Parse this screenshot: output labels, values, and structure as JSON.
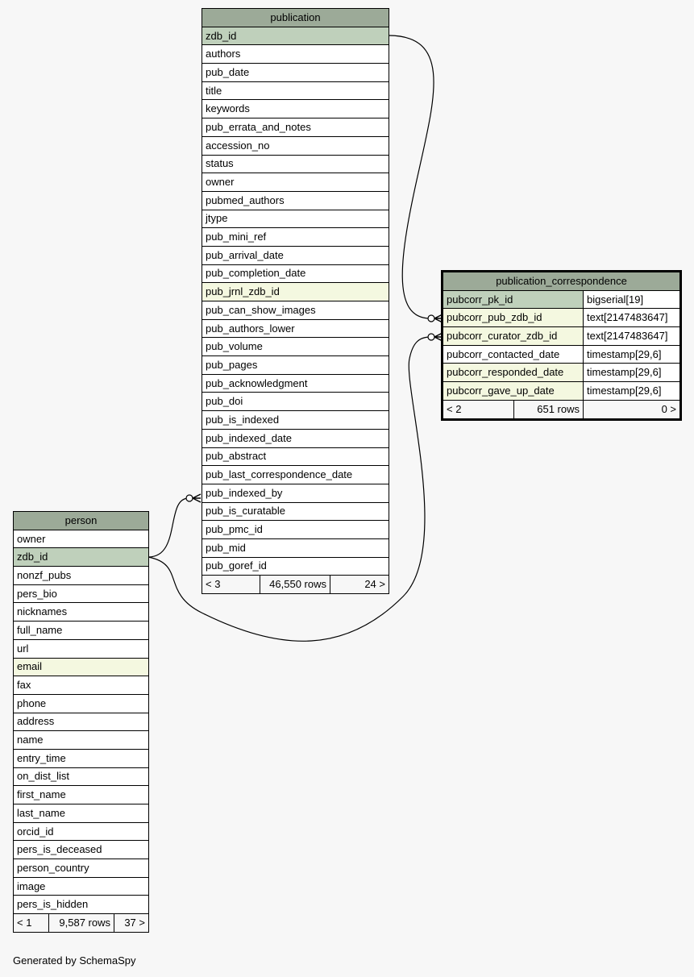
{
  "tables": {
    "publication": {
      "name": "publication",
      "columns": [
        {
          "name": "zdb_id",
          "kind": "pk"
        },
        {
          "name": "authors",
          "kind": ""
        },
        {
          "name": "pub_date",
          "kind": ""
        },
        {
          "name": "title",
          "kind": ""
        },
        {
          "name": "keywords",
          "kind": ""
        },
        {
          "name": "pub_errata_and_notes",
          "kind": ""
        },
        {
          "name": "accession_no",
          "kind": ""
        },
        {
          "name": "status",
          "kind": ""
        },
        {
          "name": "owner",
          "kind": ""
        },
        {
          "name": "pubmed_authors",
          "kind": ""
        },
        {
          "name": "jtype",
          "kind": ""
        },
        {
          "name": "pub_mini_ref",
          "kind": ""
        },
        {
          "name": "pub_arrival_date",
          "kind": ""
        },
        {
          "name": "pub_completion_date",
          "kind": ""
        },
        {
          "name": "pub_jrnl_zdb_id",
          "kind": "fk"
        },
        {
          "name": "pub_can_show_images",
          "kind": ""
        },
        {
          "name": "pub_authors_lower",
          "kind": ""
        },
        {
          "name": "pub_volume",
          "kind": ""
        },
        {
          "name": "pub_pages",
          "kind": ""
        },
        {
          "name": "pub_acknowledgment",
          "kind": ""
        },
        {
          "name": "pub_doi",
          "kind": ""
        },
        {
          "name": "pub_is_indexed",
          "kind": ""
        },
        {
          "name": "pub_indexed_date",
          "kind": ""
        },
        {
          "name": "pub_abstract",
          "kind": ""
        },
        {
          "name": "pub_last_correspondence_date",
          "kind": ""
        },
        {
          "name": "pub_indexed_by",
          "kind": ""
        },
        {
          "name": "pub_is_curatable",
          "kind": ""
        },
        {
          "name": "pub_pmc_id",
          "kind": ""
        },
        {
          "name": "pub_mid",
          "kind": ""
        },
        {
          "name": "pub_goref_id",
          "kind": ""
        }
      ],
      "footer": {
        "parents": "< 3",
        "rows": "46,550 rows",
        "children": "24 >"
      }
    },
    "publication_correspondence": {
      "name": "publication_correspondence",
      "columns": [
        {
          "name": "pubcorr_pk_id",
          "type": "bigserial[19]",
          "kind": "pk"
        },
        {
          "name": "pubcorr_pub_zdb_id",
          "type": "text[2147483647]",
          "kind": "fk"
        },
        {
          "name": "pubcorr_curator_zdb_id",
          "type": "text[2147483647]",
          "kind": "fk"
        },
        {
          "name": "pubcorr_contacted_date",
          "type": "timestamp[29,6]",
          "kind": ""
        },
        {
          "name": "pubcorr_responded_date",
          "type": "timestamp[29,6]",
          "kind": "fk"
        },
        {
          "name": "pubcorr_gave_up_date",
          "type": "timestamp[29,6]",
          "kind": "fk"
        }
      ],
      "footer": {
        "parents": "< 2",
        "rows": "651 rows",
        "children": "0 >"
      }
    },
    "person": {
      "name": "person",
      "columns": [
        {
          "name": "owner",
          "kind": ""
        },
        {
          "name": "zdb_id",
          "kind": "pk"
        },
        {
          "name": "nonzf_pubs",
          "kind": ""
        },
        {
          "name": "pers_bio",
          "kind": ""
        },
        {
          "name": "nicknames",
          "kind": ""
        },
        {
          "name": "full_name",
          "kind": ""
        },
        {
          "name": "url",
          "kind": ""
        },
        {
          "name": "email",
          "kind": "fk"
        },
        {
          "name": "fax",
          "kind": ""
        },
        {
          "name": "phone",
          "kind": ""
        },
        {
          "name": "address",
          "kind": ""
        },
        {
          "name": "name",
          "kind": ""
        },
        {
          "name": "entry_time",
          "kind": ""
        },
        {
          "name": "on_dist_list",
          "kind": ""
        },
        {
          "name": "first_name",
          "kind": ""
        },
        {
          "name": "last_name",
          "kind": ""
        },
        {
          "name": "orcid_id",
          "kind": ""
        },
        {
          "name": "pers_is_deceased",
          "kind": ""
        },
        {
          "name": "person_country",
          "kind": ""
        },
        {
          "name": "image",
          "kind": ""
        },
        {
          "name": "pers_is_hidden",
          "kind": ""
        }
      ],
      "footer": {
        "parents": "< 1",
        "rows": "9,587 rows",
        "children": "37 >"
      }
    }
  },
  "colors": {
    "header": "#9caa98",
    "pk": "#bfd0bb",
    "fk": "#f4f8e0",
    "background": "#f7f7f7"
  },
  "footer_text": "Generated by SchemaSpy"
}
